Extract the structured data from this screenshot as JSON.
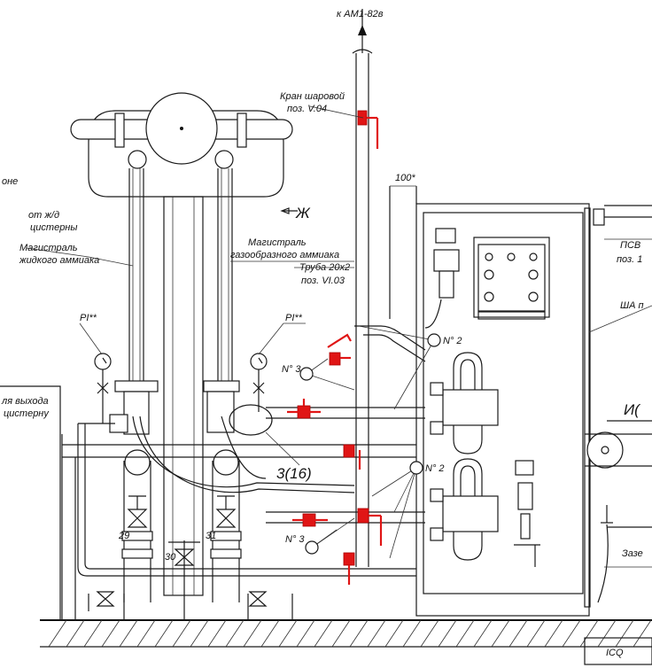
{
  "labels": {
    "top_arrow": "к АМ1-82в",
    "ball_valve_line1": "Кран шаровой",
    "ball_valve_line2": "поз. V.04",
    "dim_100": "100*",
    "left_partial": "оне",
    "from_tanks_line1": "от ж/д",
    "from_tanks_line2": "цистерны",
    "liquid_main_line1": "Магистраль",
    "liquid_main_line2": "жидкого аммиака",
    "gas_main_line1": "Магистраль",
    "gas_main_line2": "газообразного аммиака",
    "pipe_line1": "Труба 20х2",
    "pipe_line2": "поз. VI.03",
    "letter_zh": "Ж",
    "pi_left": "PI**",
    "pi_right": "PI**",
    "no2_top": "N° 2",
    "no2_bottom": "N° 2",
    "no3_top": "N° 3",
    "no3_bottom": "N° 3",
    "exit_line1": "ля выхода",
    "exit_line2": "цистерну",
    "callout_3_16": "3(16)",
    "valve_29": "29",
    "valve_30": "30",
    "valve_31": "31",
    "psv_partial": "ПСВ",
    "psv_sub_partial": "поз. 1",
    "sha_partial": "ША п",
    "i_partial": "И(",
    "earth_partial": "Зазе",
    "stamp": "ICQ"
  },
  "colors": {
    "line": "#1a1a1a",
    "accent_valve": "#e01515",
    "background": "#ffffff"
  }
}
